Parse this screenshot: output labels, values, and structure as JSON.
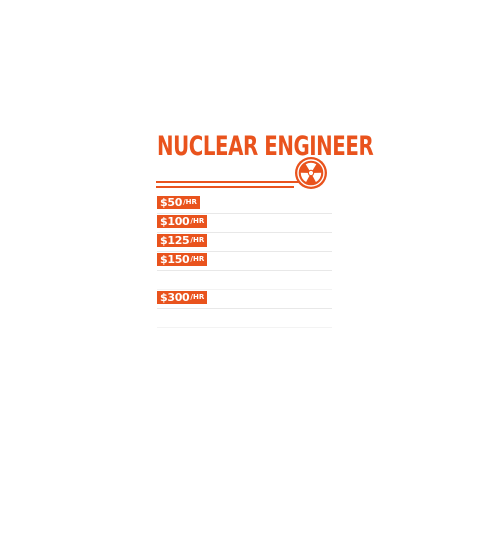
{
  "design": {
    "title": "NUCLEAR ENGINEER",
    "emblem_icon": "radiation-trefoil-icon",
    "accent_color": "#e9531d",
    "rows": [
      {
        "amount": "$50",
        "unit": "/HR"
      },
      {
        "amount": "$100",
        "unit": "/HR"
      },
      {
        "amount": "$125",
        "unit": "/HR"
      },
      {
        "amount": "$150",
        "unit": "/HR"
      },
      {
        "amount": "",
        "unit": ""
      },
      {
        "amount": "$300",
        "unit": "/HR"
      },
      {
        "amount": "",
        "unit": ""
      }
    ]
  }
}
